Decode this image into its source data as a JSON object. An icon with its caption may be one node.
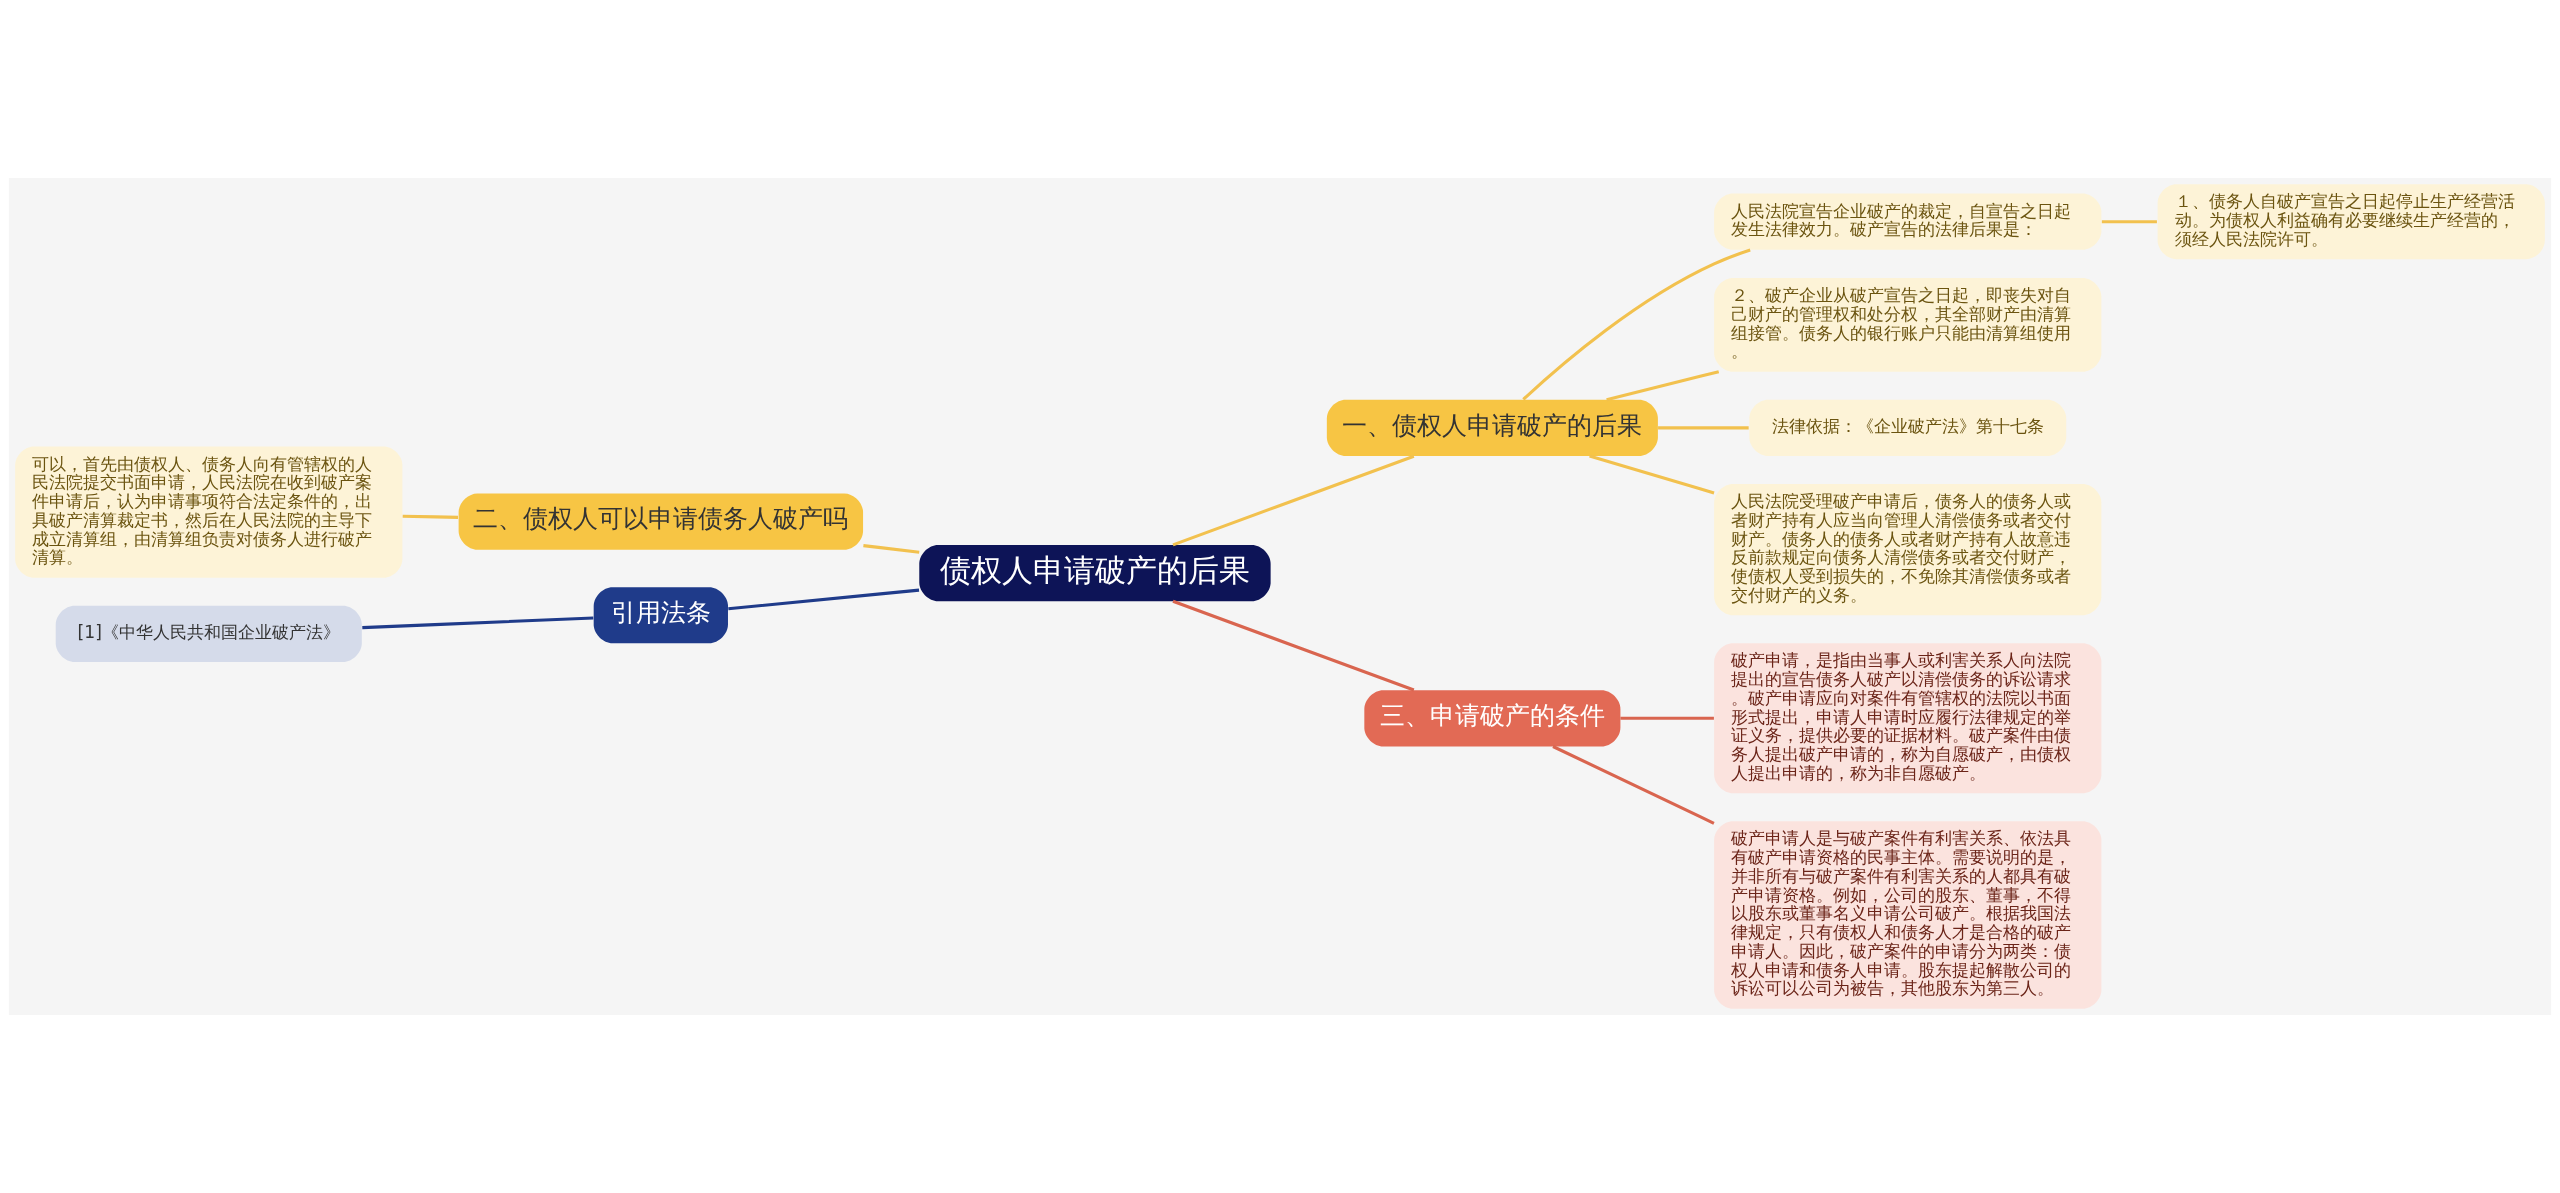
{
  "diagram": {
    "nodes": [
      {
        "text": [
          "债权人申请破产的后果"
        ]
      },
      {
        "text": [
          "一、债权人申请破产的后果"
        ]
      },
      {
        "text": [
          "人民法院宣告企业破产的裁定，自宣告之日起发生法律效力。破产宣告的法律后果是："
        ]
      },
      {
        "text": [
          "１、债务人自破产宣告之日起停止生产经营活动。为债权人利益确有必要继续生产经营的，须经人民法院许可。"
        ]
      },
      {
        "text": [
          "２、破产企业从破产宣告之日起，即丧失对自己财产的管理权和处分权，其全部财产由清算组接管。债务人的银行账户只能由清算组使用。"
        ]
      },
      {
        "text": [
          "法律依据：《企业破产法》第十七条"
        ]
      },
      {
        "text": [
          "人民法院受理破产申请后，债务人的债务人或者财产持有人应当向管理人清偿债务或者交付财产。债务人的债务人或者财产持有人故意违反前款规定向债务人清偿债务或者交付财产，使债权人受到损失的，不免除其清偿债务或者交付财产的义务。"
        ]
      },
      {
        "text": [
          "三、申请破产的条件"
        ]
      },
      {
        "text": [
          "破产申请，是指由当事人或利害关系人向法院提出的宣告债务人破产以清偿债务的诉讼请求。破产申请应向对案件有管辖权的法院以书面形式提出，申请人申请时应履行法律规定的举证义务，提供必要的证据材料。破产案件由债务人提出破产申请的，称为自愿破产，由债权人提出申请的，称为非自愿破产。"
        ]
      },
      {
        "text": [
          "破产申请人是与破产案件有利害关系、依法具有破产申请资格的民事主体。需要说明的是，并非所有与破产案件有利害关系的人都具有破产申请资格。例如，公司的股东、董事，不得以股东或董事名义申请公司破产。根据我国法律规定，只有债权人和债务人才是合格的破产申请人。因此，破产案件的申请分为两类：债权人申请和债务人申请。股东提起解散公司的诉讼可以公司为被告，其他股东为第三人。"
        ]
      },
      {
        "text": [
          "二、债权人可以申请债务人破产吗"
        ]
      },
      {
        "text": [
          "可以，首先由债权人、债务人向有管辖权的人民法院提交书面申请，人民法院在收到破产案件申请后，认为申请事项符合法定条件的，出具破产清算裁定书，然后在人民法院的主导下成立清算组，由清算组负责对债务人进行破产清算。"
        ]
      },
      {
        "text": [
          "引用法条"
        ]
      },
      {
        "text": [
          "[1]《中华人民共和国企业破产法》"
        ]
      }
    ],
    "edges": [
      {
        "from": 0,
        "to": 1,
        "arrow": "none"
      },
      {
        "from": 1,
        "to": 2,
        "arrow": "none"
      },
      {
        "from": 2,
        "to": 3,
        "arrow": "none"
      },
      {
        "from": 1,
        "to": 4,
        "arrow": "none"
      },
      {
        "from": 1,
        "to": 5,
        "arrow": "none"
      },
      {
        "from": 1,
        "to": 6,
        "arrow": "none"
      },
      {
        "from": 0,
        "to": 7,
        "arrow": "none",
        "color": "#d9654f"
      },
      {
        "from": 7,
        "to": 8,
        "arrow": "none",
        "color": "#d9654f"
      },
      {
        "from": 7,
        "to": 9,
        "arrow": "none",
        "color": "#d9654f"
      },
      {
        "from": 0,
        "to": 10,
        "arrow": "none"
      },
      {
        "from": 10,
        "to": 11,
        "arrow": "none"
      },
      {
        "from": 0,
        "to": 12,
        "arrow": "none",
        "color": "#1f3b8a"
      },
      {
        "from": 12,
        "to": 13,
        "arrow": "none",
        "color": "#1f3b8a"
      }
    ]
  }
}
